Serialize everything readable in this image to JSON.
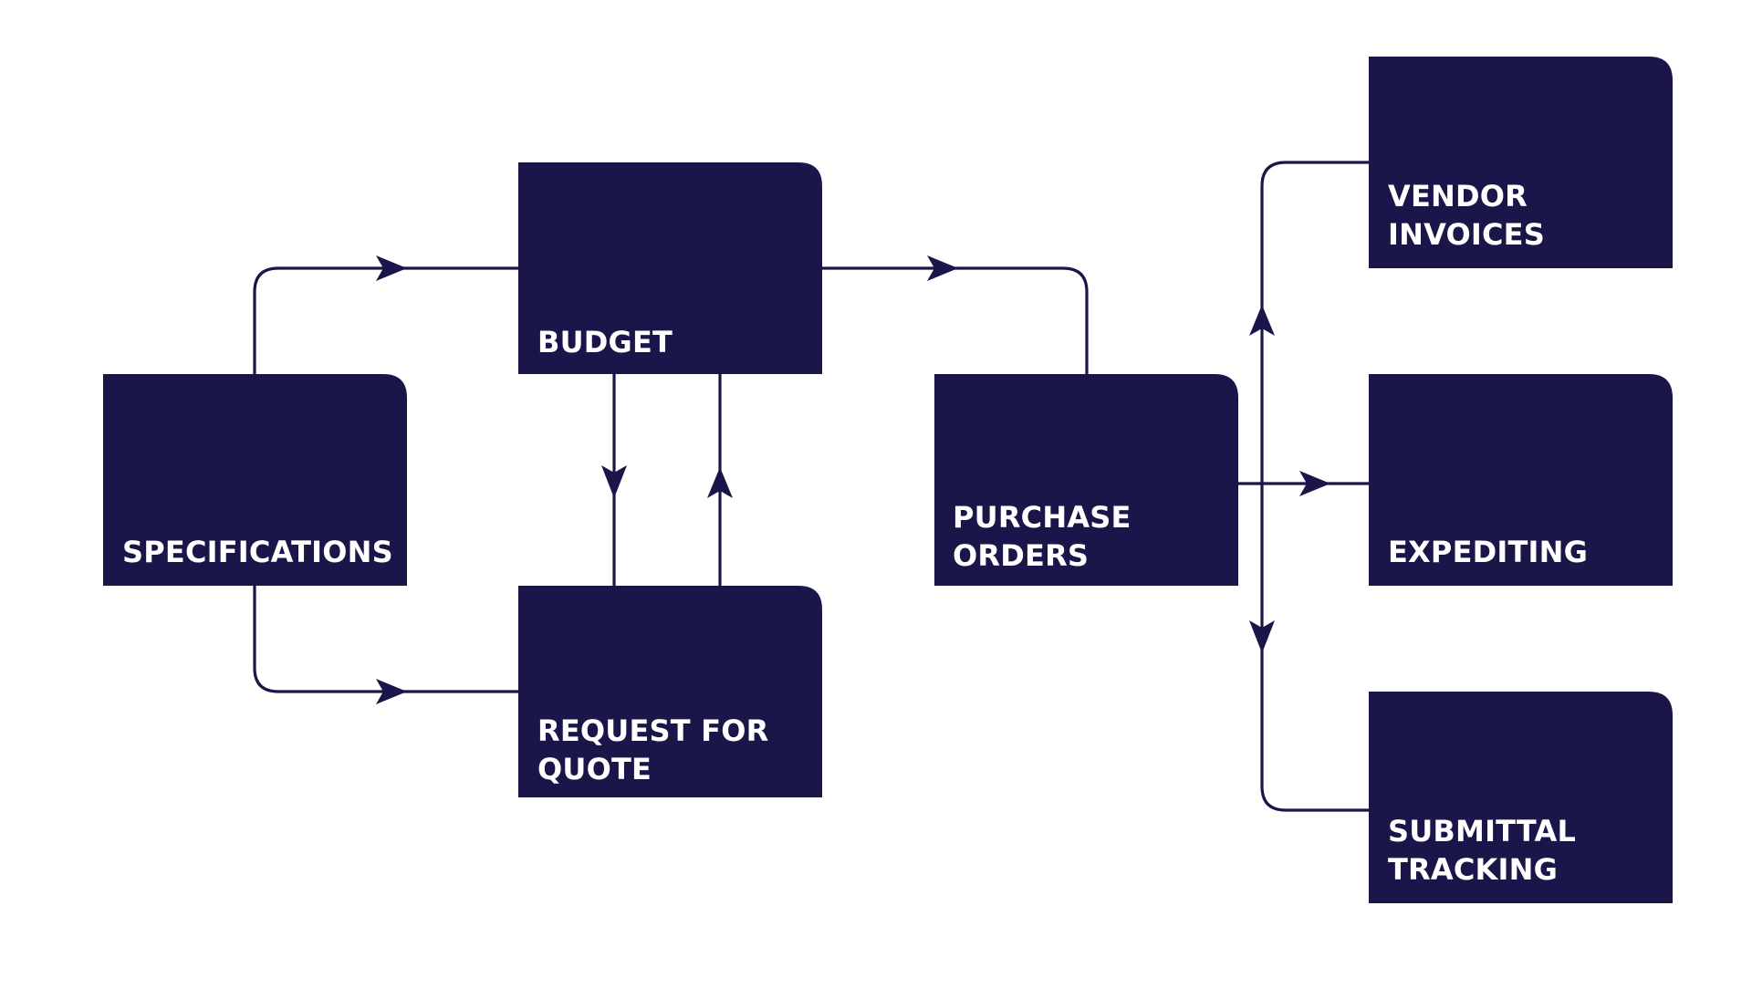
{
  "diagram": {
    "colors": {
      "node_fill": "#1b1649",
      "node_text": "#ffffff",
      "connector": "#1b1649",
      "background": "#ffffff"
    },
    "nodes": {
      "specifications": {
        "lines": [
          "SPECIFICATIONS"
        ]
      },
      "budget": {
        "lines": [
          "BUDGET"
        ]
      },
      "request_for_quote": {
        "lines": [
          "REQUEST FOR",
          "QUOTE"
        ]
      },
      "purchase_orders": {
        "lines": [
          "PURCHASE",
          "ORDERS"
        ]
      },
      "vendor_invoices": {
        "lines": [
          "VENDOR",
          "INVOICES"
        ]
      },
      "expediting": {
        "lines": [
          "EXPEDITING"
        ]
      },
      "submittal_tracking": {
        "lines": [
          "SUBMITTAL",
          "TRACKING"
        ]
      }
    },
    "edges": [
      {
        "from": "specifications",
        "to": "budget"
      },
      {
        "from": "specifications",
        "to": "request_for_quote"
      },
      {
        "from": "budget",
        "to": "request_for_quote"
      },
      {
        "from": "request_for_quote",
        "to": "budget"
      },
      {
        "from": "budget",
        "to": "purchase_orders"
      },
      {
        "from": "purchase_orders",
        "to": "vendor_invoices"
      },
      {
        "from": "purchase_orders",
        "to": "expediting"
      },
      {
        "from": "purchase_orders",
        "to": "submittal_tracking"
      }
    ]
  }
}
